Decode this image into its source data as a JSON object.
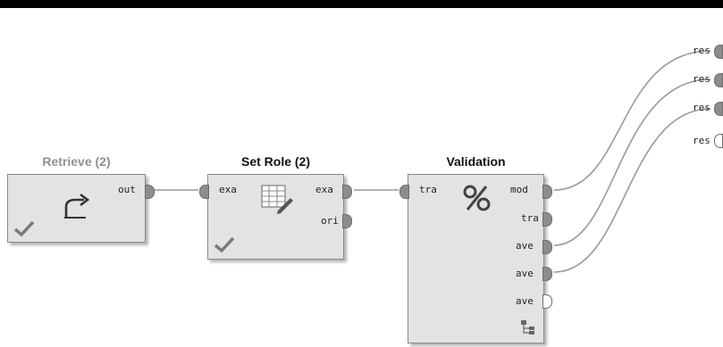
{
  "process": {
    "operators": {
      "retrieve": {
        "title": "Retrieve (2)",
        "ports": {
          "out": "out"
        }
      },
      "set_role": {
        "title": "Set Role (2)",
        "ports": {
          "in": "exa",
          "out1": "exa",
          "out2": "ori"
        }
      },
      "validation": {
        "title": "Validation",
        "ports": {
          "in": "tra",
          "out1": "mod",
          "out2": "tra",
          "out3": "ave",
          "out4": "ave",
          "out5": "ave"
        }
      }
    },
    "results": [
      "res",
      "res",
      "res",
      "res"
    ]
  },
  "colors": {
    "retrieve_title": "#909090",
    "title": "#111111",
    "operator_bg": "#e3e3e3",
    "port": "#8c8c8c",
    "wire": "#9a9a9a",
    "check": "#7a7a7a"
  },
  "icons": {
    "retrieve": "retrieve-arrow-icon",
    "set_role": "table-edit-icon",
    "validation": "percent-icon",
    "subprocess": "subprocess-icon",
    "status": "checkmark-icon"
  }
}
